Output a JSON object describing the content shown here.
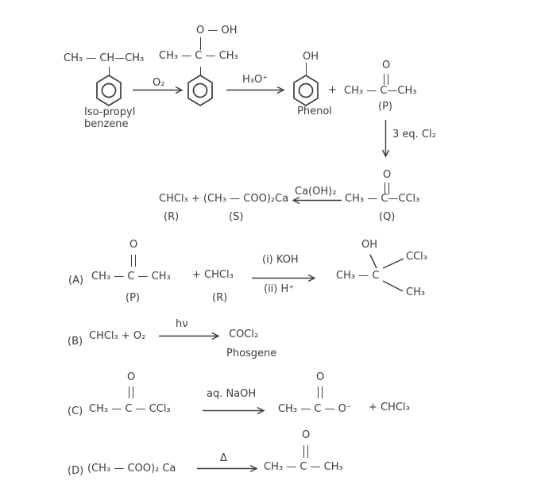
{
  "colors": {
    "ink": "#3c3c3c",
    "background": "#ffffff"
  },
  "scheme": {
    "step1": {
      "reactant": {
        "formula": "CH₃ — CH—CH₃",
        "name_line1": "Iso-propyl",
        "name_line2": "benzene"
      },
      "arrow1_label": "O₂",
      "hydroperoxide": {
        "peroxide_group": "O — OH",
        "formula": "CH₃ — C — CH₃"
      },
      "arrow2_label": "H₃O⁺",
      "phenol": {
        "hydroxyl": "OH",
        "name": "Phenol"
      },
      "plus_sign": "+",
      "acetone": {
        "carbonyl_oxygen": "O",
        "formula": "CH₃ — C—CH₃",
        "label": "(P)"
      }
    },
    "chlorination": {
      "arrow_label": "3 eq. Cl₂"
    },
    "haloform": {
      "products_formula": "CHCl₃ + (CH₃ — COO)₂Ca",
      "label_r": "(R)",
      "label_s": "(S)",
      "arrow_label": "Ca(OH)₂",
      "trichloroketone": {
        "carbonyl_oxygen": "O",
        "formula": "CH₃ — C—CCl₃",
        "label": "(Q)"
      }
    }
  },
  "options": {
    "a": {
      "tag": "(A)",
      "acetone": {
        "carbonyl_oxygen": "O",
        "formula": "CH₃ — C — CH₃",
        "label": "(P)"
      },
      "plus_chloroform": "+ CHCl₃",
      "label_r": "(R)",
      "condition_top": "(i) KOH",
      "condition_bottom": "(ii) H⁺",
      "product": {
        "hydroxyl": "OH",
        "ccl3": "CCl₃",
        "backbone": "CH₃ — C",
        "methyl": "CH₃"
      }
    },
    "b": {
      "tag": "(B)",
      "reactants": "CHCl₃ + O₂",
      "condition": "hν",
      "product": "COCl₂",
      "product_name": "Phosgene"
    },
    "c": {
      "tag": "(C)",
      "reactant": {
        "carbonyl_oxygen": "O",
        "formula": "CH₃ — C — CCl₃"
      },
      "condition": "aq. NaOH",
      "product": {
        "carbonyl_oxygen": "O",
        "formula": "CH₃ — C — O⁻"
      },
      "plus_chloroform": "+ CHCl₃"
    },
    "d": {
      "tag": "(D)",
      "reactant": "(CH₃ — COO)₂ Ca",
      "condition": "Δ",
      "product": {
        "carbonyl_oxygen": "O",
        "formula": "CH₃ — C — CH₃"
      }
    }
  }
}
